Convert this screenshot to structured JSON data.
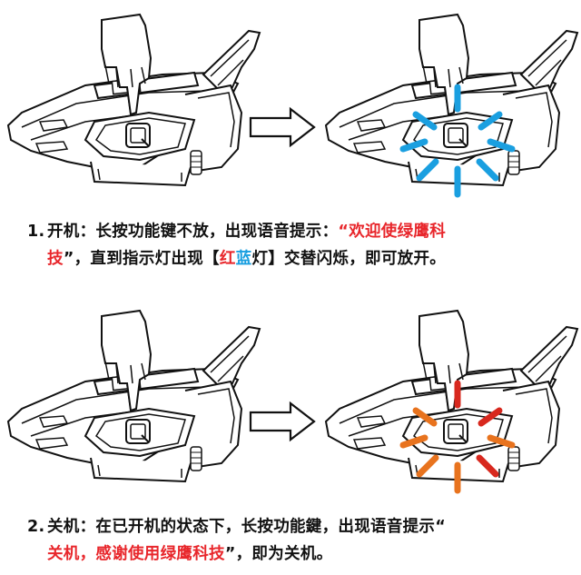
{
  "step1": {
    "num": "1.",
    "text_a": "开机：长按功能键不放，出现语音提示：",
    "voice_a": "“欢迎使绿鹰科",
    "voice_b": "技",
    "text_b": "”，直到指示灯出现【",
    "red_word": "红",
    "blue_word": "蓝",
    "text_c": "灯】交替闪烁，即可放开。"
  },
  "step2": {
    "num": "2.",
    "text_a": "关机：在已开机的状态下，长按功能鍵，出现语音提示“",
    "voice": "关机，感谢使用绿鹰科技",
    "text_b": "”，即为关机。"
  },
  "colors": {
    "blue_light": "#1a9fe0",
    "red_light": "#d8281e",
    "orange_light": "#e8731e",
    "text_red": "#e8262b"
  },
  "icons": {
    "device": "helmet-intercom-device",
    "hand": "pressing-finger-hand",
    "arrow": "right-arrow-outline",
    "logo": "q-logo"
  }
}
